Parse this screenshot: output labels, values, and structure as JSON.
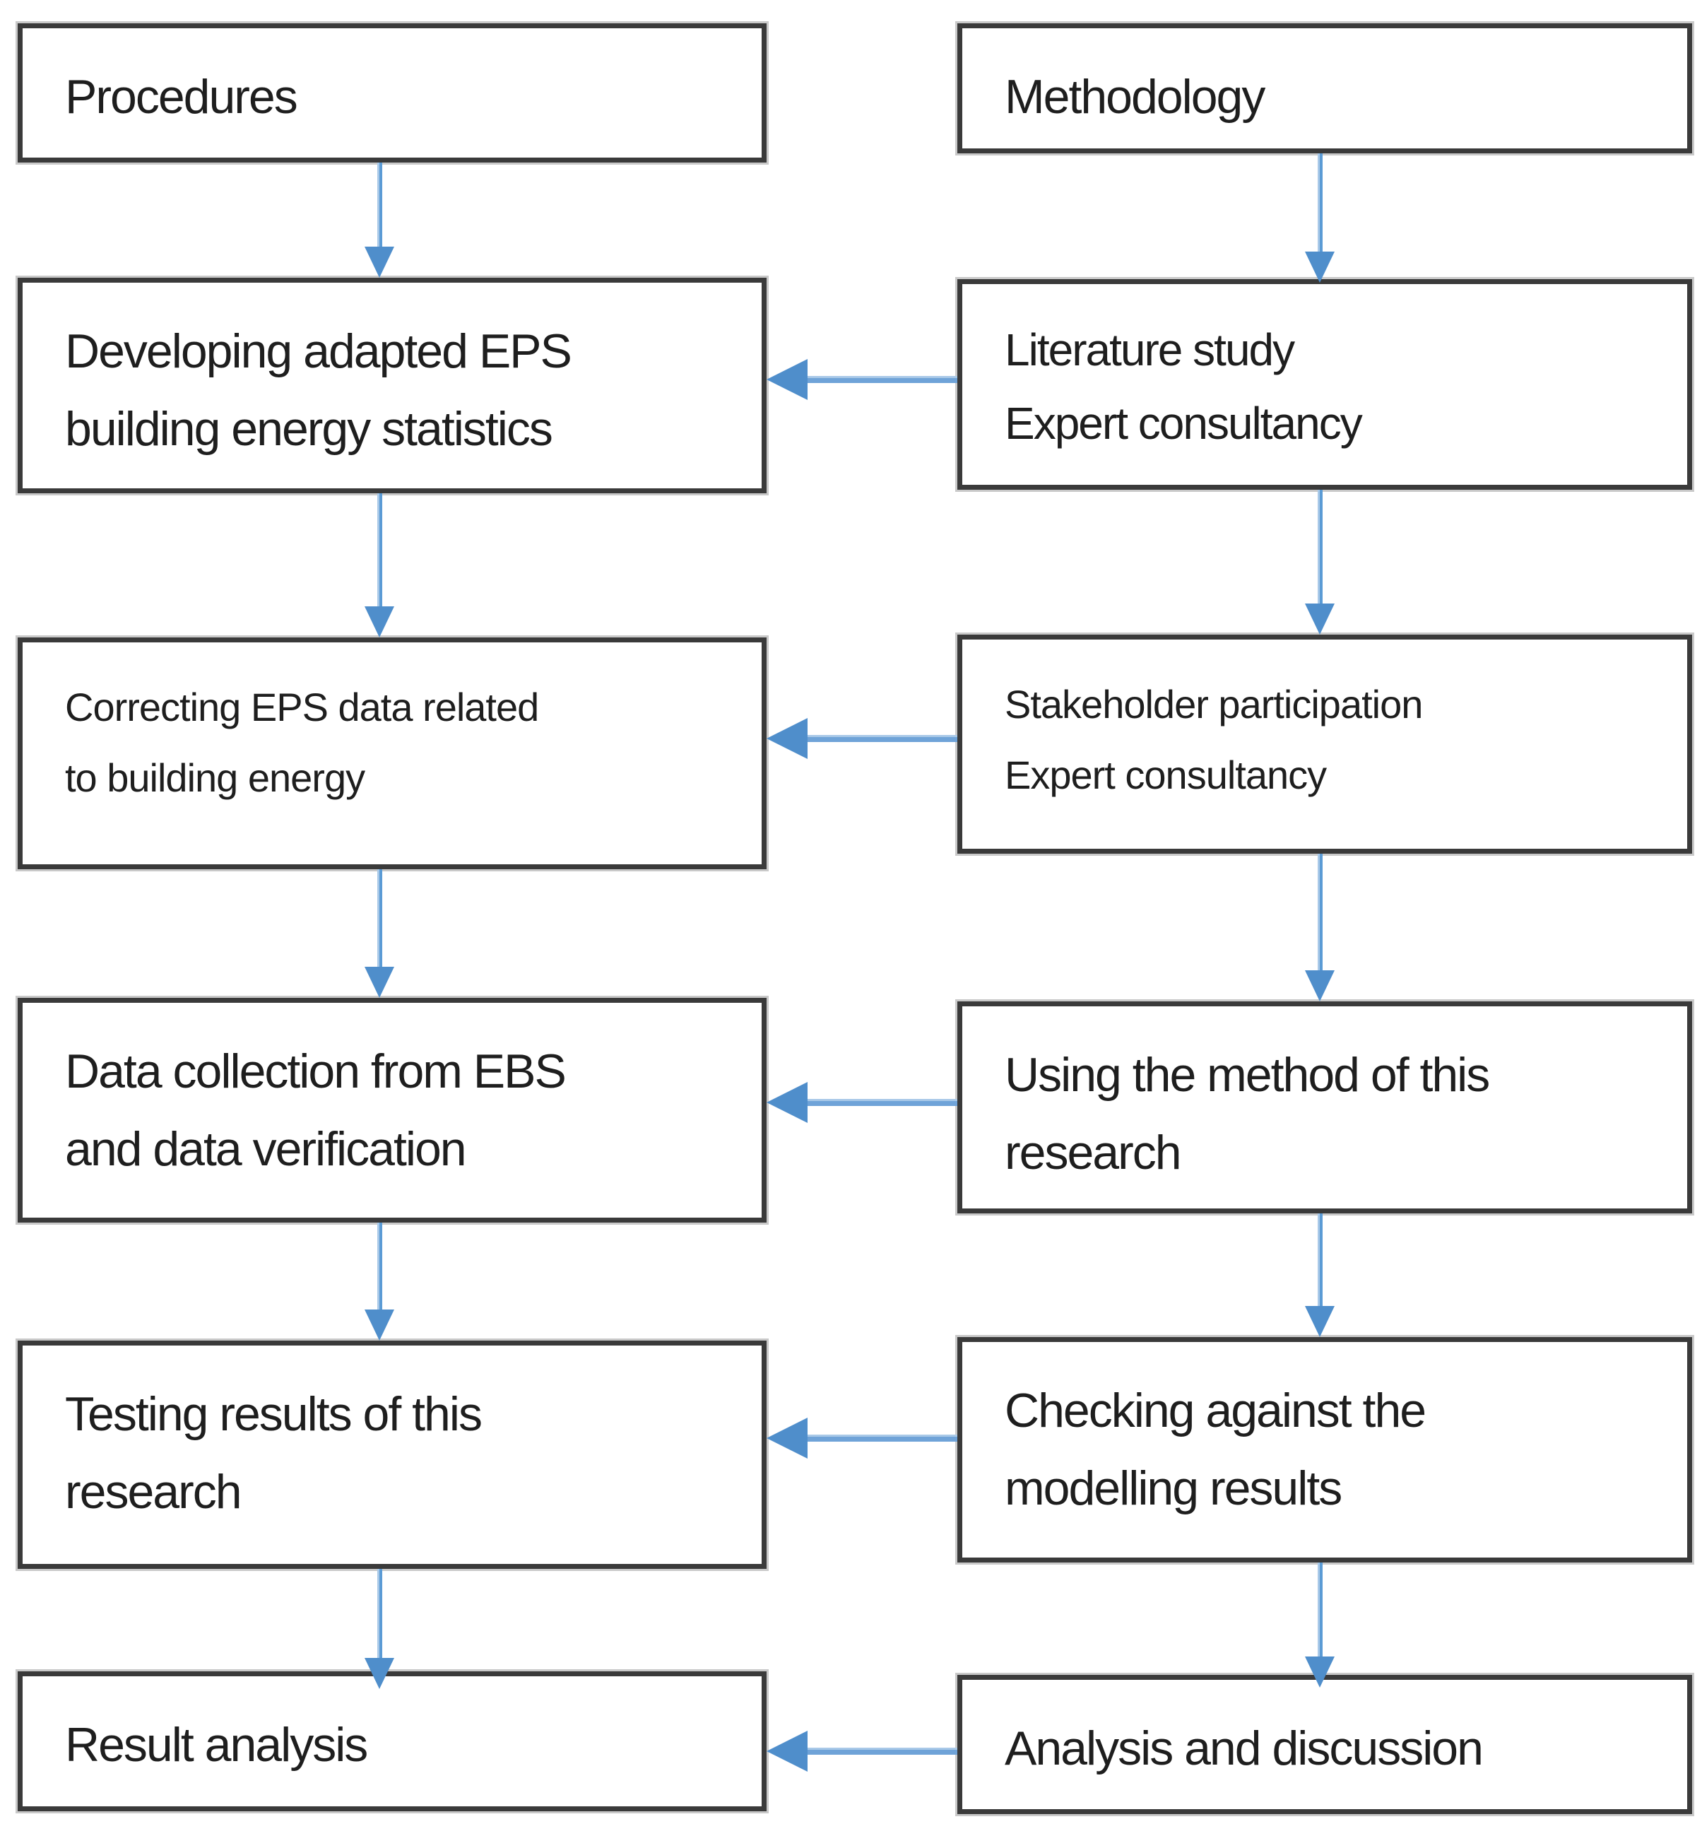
{
  "diagram": {
    "title": "Research procedures and methodology flowchart",
    "colors": {
      "background": "#ffffff",
      "box_fill": "#ffffff",
      "box_border": "#3a3a3a",
      "arrow_blue": "#5b9bd5",
      "text": "#1e1e1e"
    },
    "columns": {
      "left": {
        "boxes": [
          {
            "id": "procedures",
            "lines": [
              "Procedures"
            ]
          },
          {
            "id": "developing",
            "lines": [
              "Developing adapted EPS",
              "building energy statistics"
            ]
          },
          {
            "id": "correcting",
            "lines": [
              "Correcting EPS data related",
              "to building energy"
            ]
          },
          {
            "id": "data-collection",
            "lines": [
              "Data collection from EBS",
              "and data verification"
            ]
          },
          {
            "id": "testing",
            "lines": [
              "Testing results of this",
              "research"
            ]
          },
          {
            "id": "result-analysis",
            "lines": [
              "Result analysis"
            ]
          }
        ]
      },
      "right": {
        "boxes": [
          {
            "id": "methodology",
            "lines": [
              "Methodology"
            ]
          },
          {
            "id": "literature",
            "lines": [
              "Literature study",
              "Expert consultancy"
            ]
          },
          {
            "id": "stakeholder",
            "lines": [
              "Stakeholder participation",
              "Expert consultancy"
            ]
          },
          {
            "id": "using-method",
            "lines": [
              "Using the method of this",
              "research"
            ]
          },
          {
            "id": "checking",
            "lines": [
              "Checking against the",
              "modelling results"
            ]
          },
          {
            "id": "analysis-discussion",
            "lines": [
              "Analysis and discussion"
            ]
          }
        ]
      }
    },
    "edges": [
      {
        "from": "procedures",
        "to": "developing",
        "direction": "down"
      },
      {
        "from": "developing",
        "to": "correcting",
        "direction": "down"
      },
      {
        "from": "correcting",
        "to": "data-collection",
        "direction": "down"
      },
      {
        "from": "data-collection",
        "to": "testing",
        "direction": "down"
      },
      {
        "from": "testing",
        "to": "result-analysis",
        "direction": "down"
      },
      {
        "from": "methodology",
        "to": "literature",
        "direction": "down"
      },
      {
        "from": "literature",
        "to": "stakeholder",
        "direction": "down"
      },
      {
        "from": "stakeholder",
        "to": "using-method",
        "direction": "down"
      },
      {
        "from": "using-method",
        "to": "checking",
        "direction": "down"
      },
      {
        "from": "checking",
        "to": "analysis-discussion",
        "direction": "down"
      },
      {
        "from": "literature",
        "to": "developing",
        "direction": "left"
      },
      {
        "from": "stakeholder",
        "to": "correcting",
        "direction": "left"
      },
      {
        "from": "using-method",
        "to": "data-collection",
        "direction": "left"
      },
      {
        "from": "checking",
        "to": "testing",
        "direction": "left"
      },
      {
        "from": "analysis-discussion",
        "to": "result-analysis",
        "direction": "left"
      }
    ]
  }
}
